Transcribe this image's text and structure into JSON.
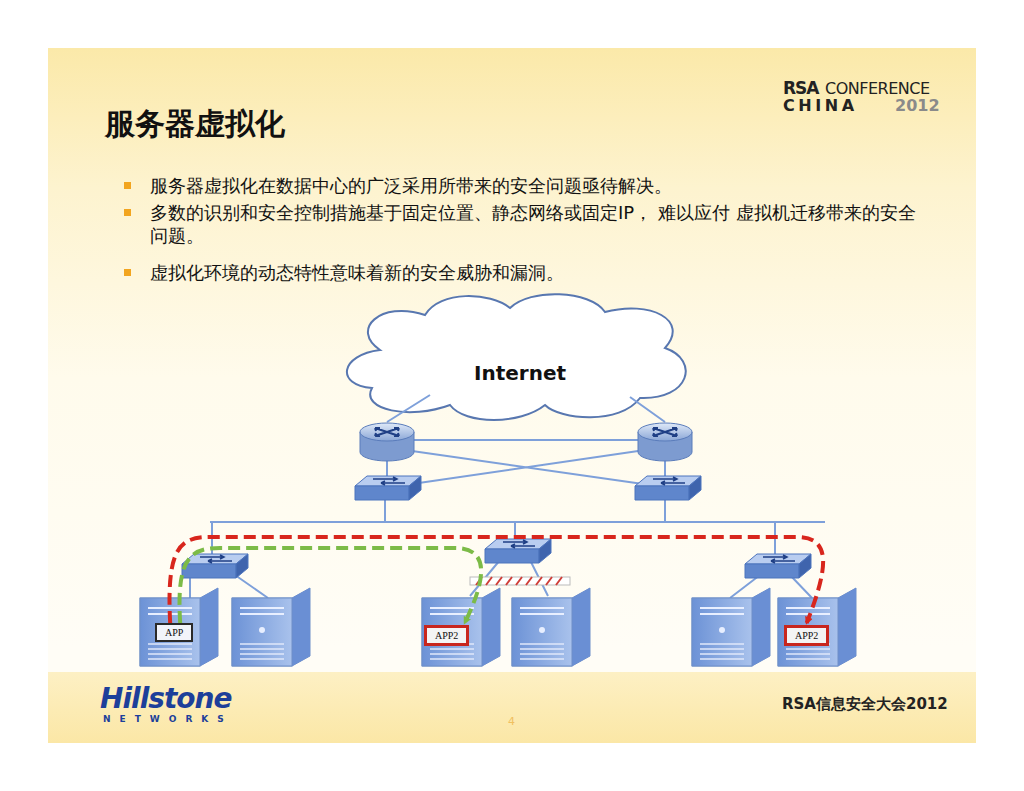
{
  "diagram": {
    "title": "服务器虚拟化",
    "nodes": [
      {
        "text": [
          "Internet"
        ]
      },
      {
        "text": [
          "APP"
        ]
      },
      {
        "text": [
          "APP2"
        ]
      },
      {
        "text": [
          "APP2"
        ]
      }
    ],
    "edges": [
      {
        "from": 1,
        "to": 2,
        "arrow": "to"
      },
      {
        "from": 1,
        "to": 3,
        "arrow": "to"
      }
    ],
    "labels": [
      "RSA",
      "CONFERENCE",
      "C H I N A",
      "2012",
      "服务器虚拟化在数据中心的广泛采用所带来的安全问题亟待解决。",
      "多数的识别和安全控制措施基于固定位置、静态网络或固定IP， 难以应付 虚拟机迁移带来的安全问题。",
      "虚拟化环境的动态特性意味着新的安全威胁和漏洞。",
      "Hillstone",
      "NETWORKS",
      "4",
      "RSA信息安全大会2012"
    ]
  }
}
